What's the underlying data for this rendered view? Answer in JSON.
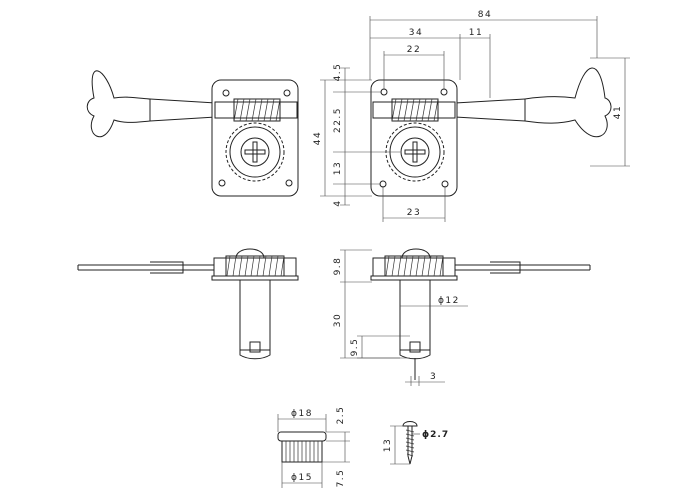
{
  "front_view_dimensions": {
    "overall_width": "84",
    "plate_width": "34",
    "offset_right": "11",
    "top_hole_spacing": "22",
    "bottom_hole_spacing": "23",
    "top_margin": "4.5",
    "upper_hole_to_axis": "22.5",
    "axis_to_lower_hole": "13",
    "bottom_margin": "4",
    "plate_height": "44",
    "key_height": "41"
  },
  "side_view_dimensions": {
    "housing_height": "9.8",
    "post_length": "30",
    "post_diameter": "ϕ12",
    "slot_depth": "9.5",
    "slot_width": "3"
  },
  "bushing_dimensions": {
    "flange_diameter": "ϕ18",
    "flange_height": "2.5",
    "body_diameter": "ϕ15",
    "body_height": "7.5"
  },
  "screw_dimensions": {
    "diameter": "ϕ2.7",
    "length": "13"
  }
}
